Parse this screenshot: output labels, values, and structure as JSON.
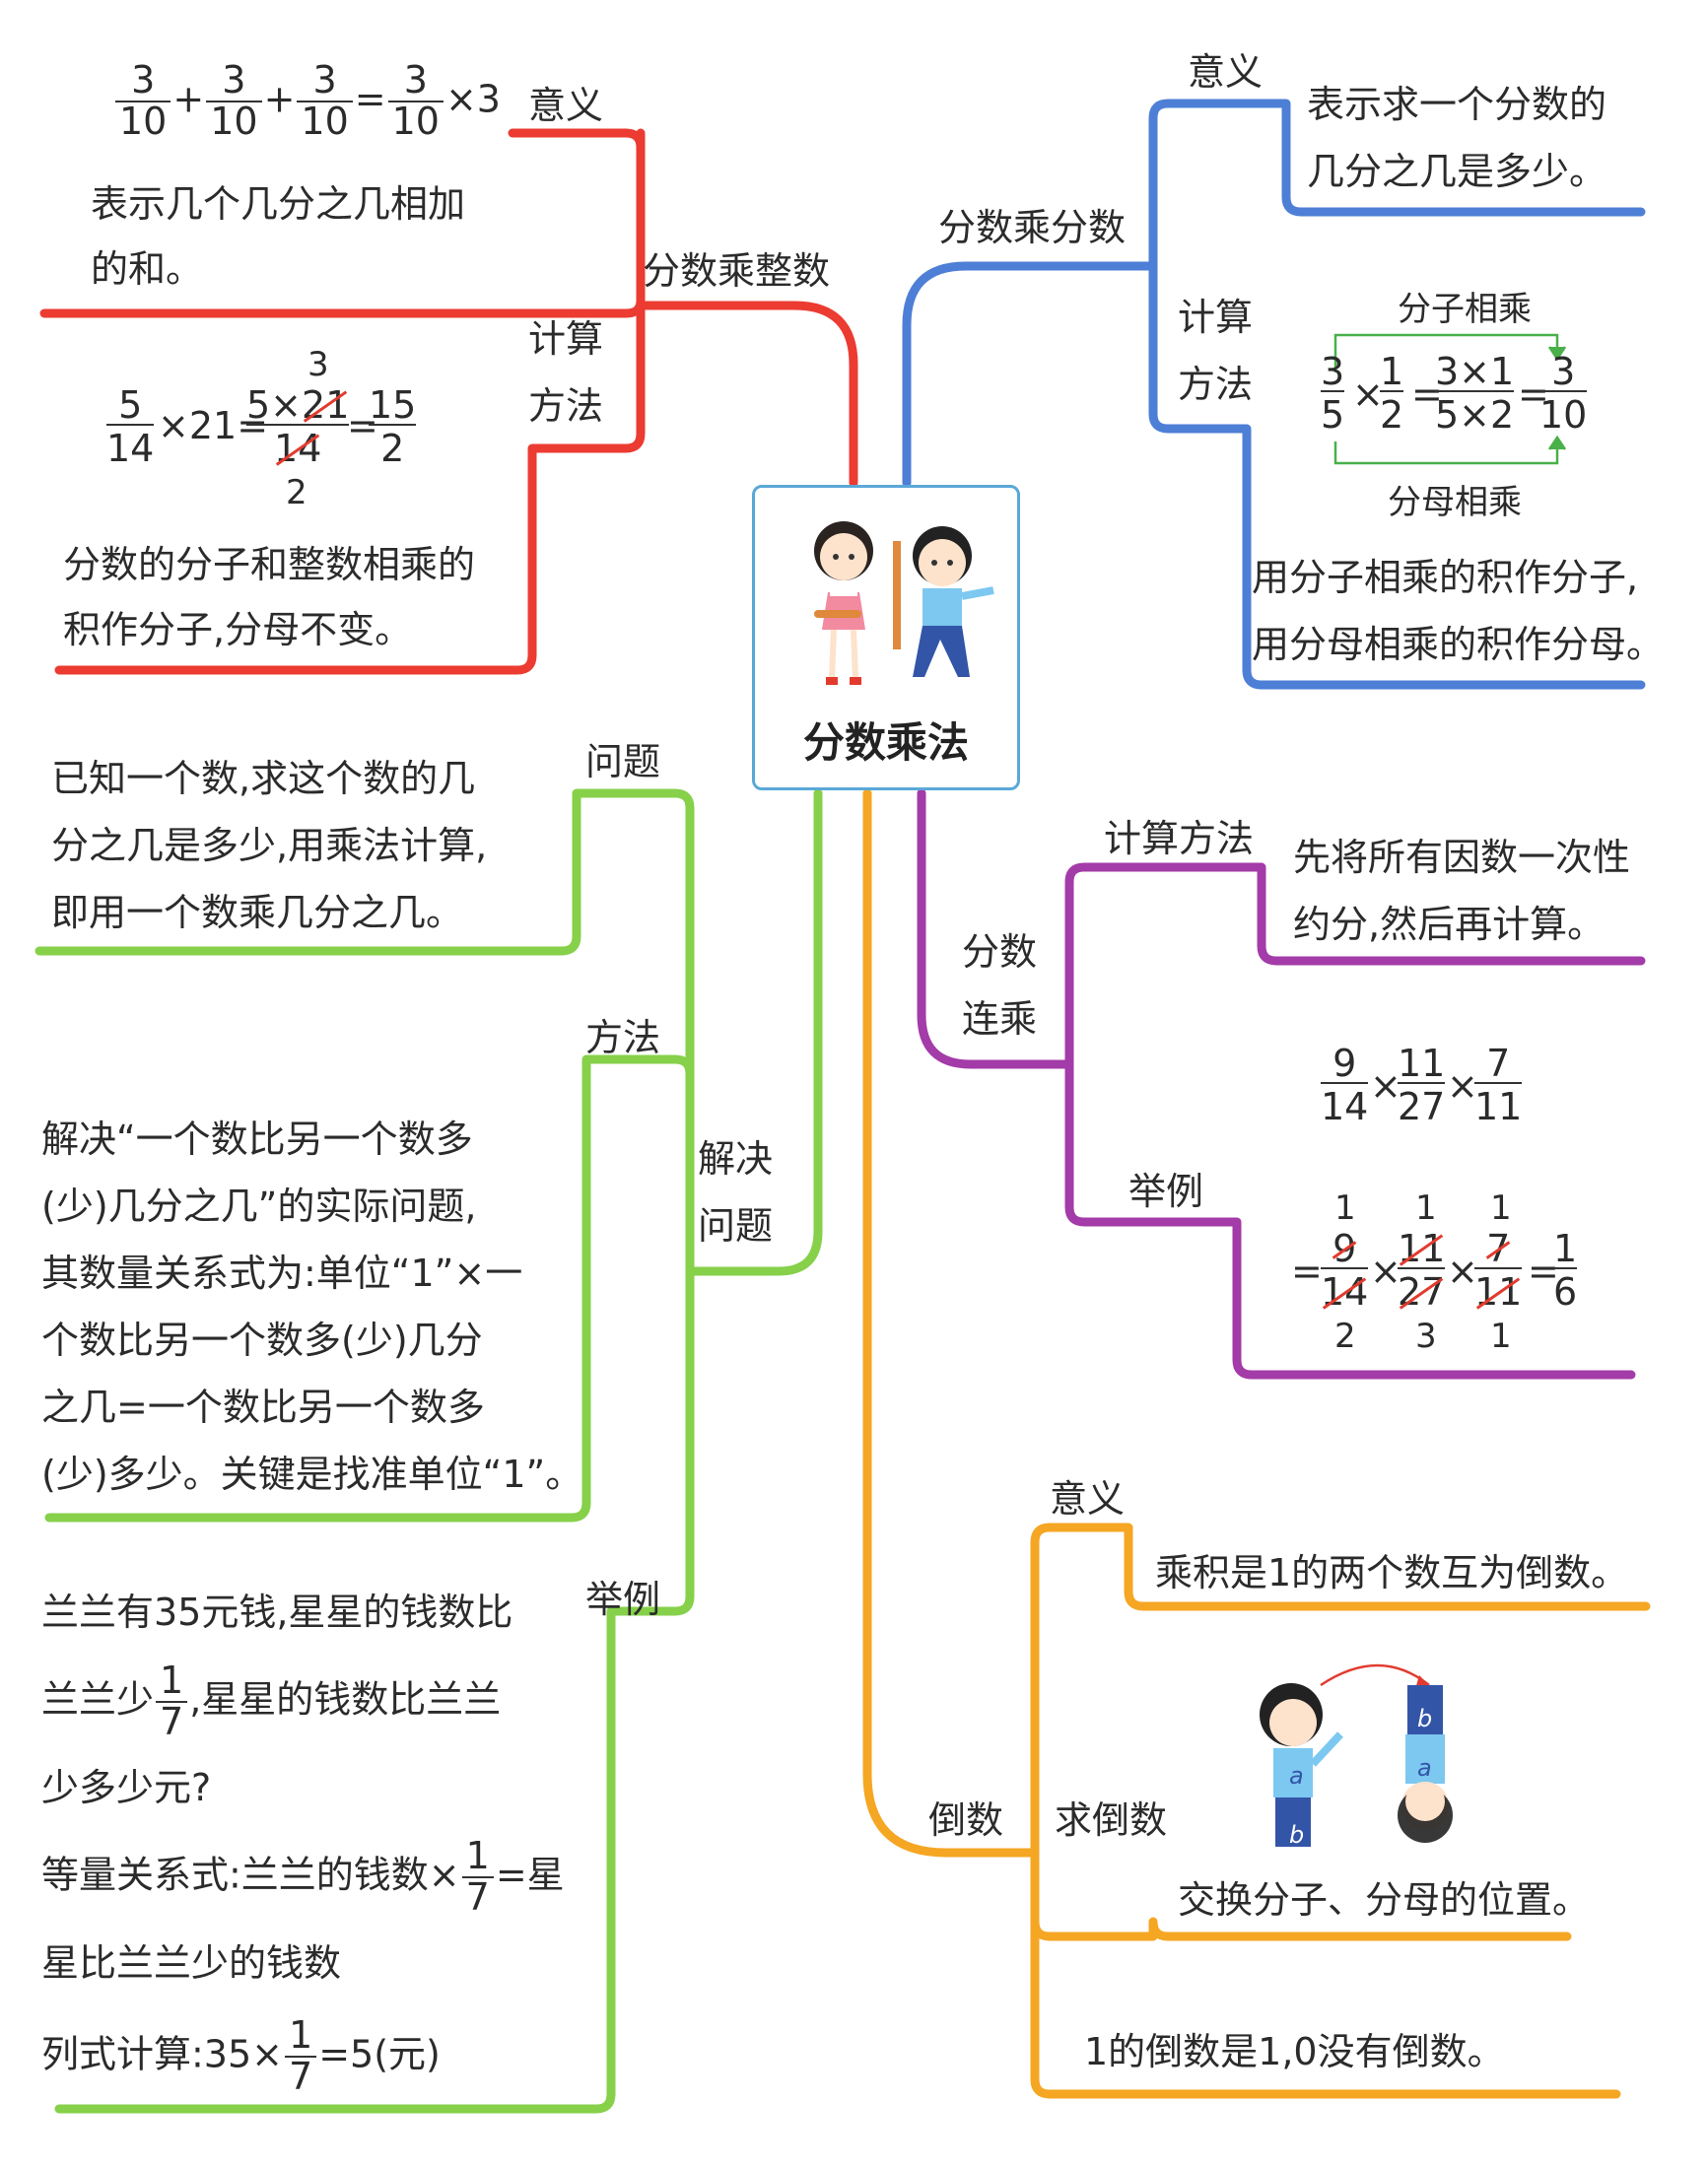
{
  "center": {
    "title": "分数乘法"
  },
  "colors": {
    "red": "#ec3b31",
    "blue": "#4e7fd6",
    "green": "#86d04a",
    "orange": "#f5a623",
    "purple": "#a33ba8"
  },
  "frac_whole": {
    "branch": "分数乘整数",
    "meaning_label": "意义",
    "meaning_eq": {
      "f": "3",
      "d": "10",
      "plus": "+",
      "eq": "=",
      "times3": "×3"
    },
    "meaning_text": [
      "表示几个几分之几相加",
      "的和。"
    ],
    "calc_label": [
      "计算",
      "方法"
    ],
    "calc_eq": {
      "a_n": "5",
      "a_d": "14",
      "mul": "×21=",
      "top": "3",
      "b_n1": "5×",
      "b_n2": "21",
      "b_d": "14",
      "bot": "2",
      "eq": "=",
      "c_n": "15",
      "c_d": "2"
    },
    "calc_text": [
      "分数的分子和整数相乘的",
      "积作分子,分母不变。"
    ]
  },
  "frac_frac": {
    "branch": "分数乘分数",
    "meaning_label": "意义",
    "meaning_text": [
      "表示求一个分数的",
      "几分之几是多少。"
    ],
    "calc_label": [
      "计算",
      "方法"
    ],
    "top_note": "分子相乘",
    "bottom_note": "分母相乘",
    "eq": {
      "a_n": "3",
      "a_d": "5",
      "x": "×",
      "b_n": "1",
      "b_d": "2",
      "eq": "=",
      "c_n": "3×1",
      "c_d": "5×2",
      "d_n": "3",
      "d_d": "10"
    },
    "calc_text": [
      "用分子相乘的积作分子,",
      "用分母相乘的积作分母。"
    ]
  },
  "solve": {
    "branch": [
      "解决",
      "问题"
    ],
    "problem_label": "问题",
    "problem_text": [
      "已知一个数,求这个数的几",
      "分之几是多少,用乘法计算,",
      "即用一个数乘几分之几。"
    ],
    "method_label": "方法",
    "method_text": [
      "解决“一个数比另一个数多",
      "(少)几分之几”的实际问题,",
      "其数量关系式为:单位“1”×一",
      "个数比另一个数多(少)几分",
      "之几=一个数比另一个数多",
      "(少)多少。关键是找准单位“1”。"
    ],
    "example_label": "举例",
    "ex": {
      "l1": "兰兰有35元钱,星星的钱数比",
      "l2a": "兰兰少",
      "l2b": ",星星的钱数比兰兰",
      "l3": "少多少元?",
      "l4a": "等量关系式:兰兰的钱数×",
      "l4b": "=星",
      "l5": "星比兰兰少的钱数",
      "l6a": "列式计算:35×",
      "l6b": "=5(元)",
      "fn": "1",
      "fd": "7"
    }
  },
  "chain": {
    "branch": [
      "分数",
      "连乘"
    ],
    "calc_label": "计算方法",
    "calc_text": [
      "先将所有因数一次性",
      "约分,然后再计算。"
    ],
    "example_label": "举例",
    "ex": {
      "f1n": "9",
      "f1d": "14",
      "f2n": "11",
      "f2d": "27",
      "f3n": "7",
      "f3d": "11",
      "x": "×",
      "eq": "=",
      "t1": "1",
      "t2": "1",
      "t3": "1",
      "b1": "2",
      "b2": "3",
      "b3": "1",
      "rn": "1",
      "rd": "6"
    }
  },
  "recip": {
    "branch": "倒数",
    "meaning_label": "意义",
    "meaning_text": "乘积是1的两个数互为倒数。",
    "find_label": "求倒数",
    "find_text": "交换分子、分母的位置。",
    "note_text": "1的倒数是1,0没有倒数。",
    "fig_a": "a",
    "fig_b": "b"
  }
}
